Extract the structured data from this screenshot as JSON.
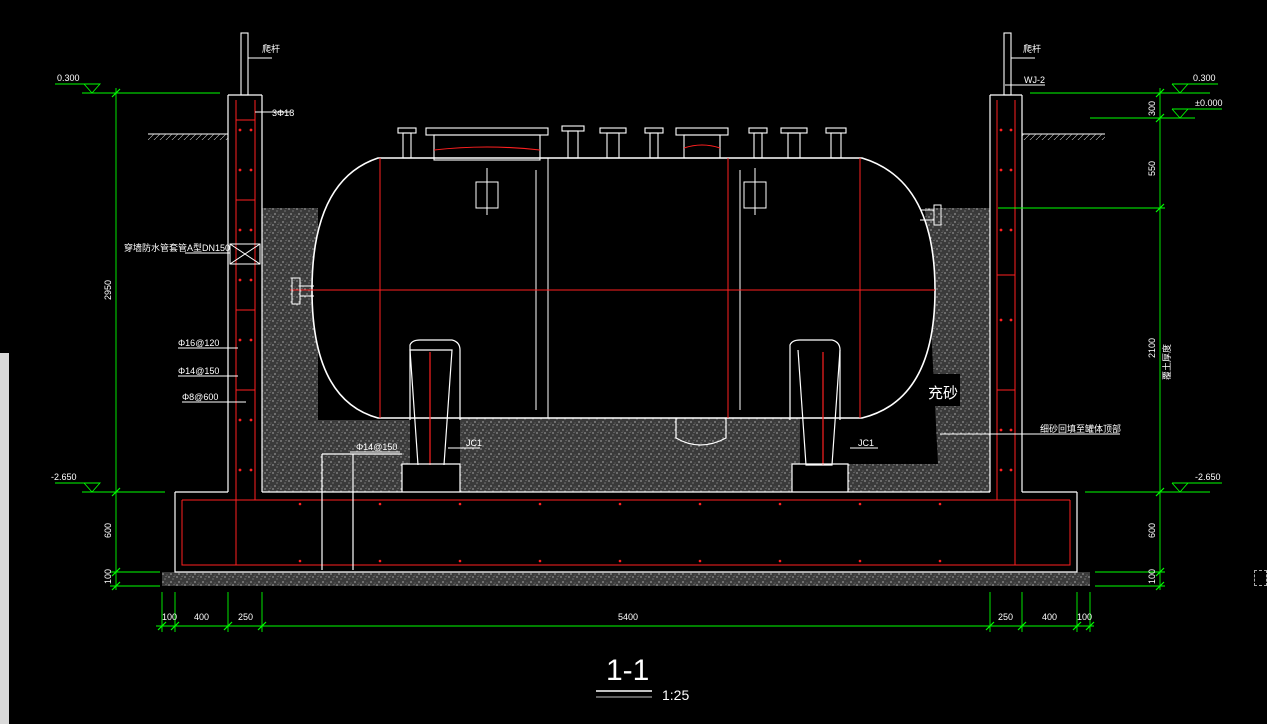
{
  "section": {
    "title": "1-1",
    "scale": "1:25"
  },
  "elevations": {
    "left_top": "0.300",
    "left_bottom": "-2.650",
    "right_top": "0.300",
    "right_zero": "±0.000",
    "right_bottom": "-2.650"
  },
  "vertical_dims": {
    "left_main": "2950",
    "left_base": "600",
    "left_pad": "100",
    "right_top": "300",
    "right_upper": "550",
    "right_mid": "2100",
    "right_base": "600",
    "right_pad": "100"
  },
  "horizontal_dims": [
    "100",
    "400",
    "250",
    "5400",
    "250",
    "400",
    "100"
  ],
  "labels": {
    "vent_left": "爬杆",
    "vent_right": "爬杆",
    "rebar_top_left": "3Φ18",
    "pipe_sleeve": "穿墙防水管套管A型DN150",
    "rebar_1": "Φ16@120",
    "rebar_2": "Φ14@150",
    "rebar_3": "Φ8@600",
    "rebar_floor": "Φ14@150",
    "support_left": "JC1",
    "support_right": "JC1",
    "wall_tag": "WJ-2",
    "sand_fill": "充砂",
    "sand_note": "细砂回填至罐体顶部",
    "right_vertical_note": "覆土厚度"
  },
  "colors": {
    "background": "#000000",
    "linework": "#ffffff",
    "rebar": "#ff2020",
    "dimension": "#00ff00",
    "sand": "#7a7a7a"
  }
}
